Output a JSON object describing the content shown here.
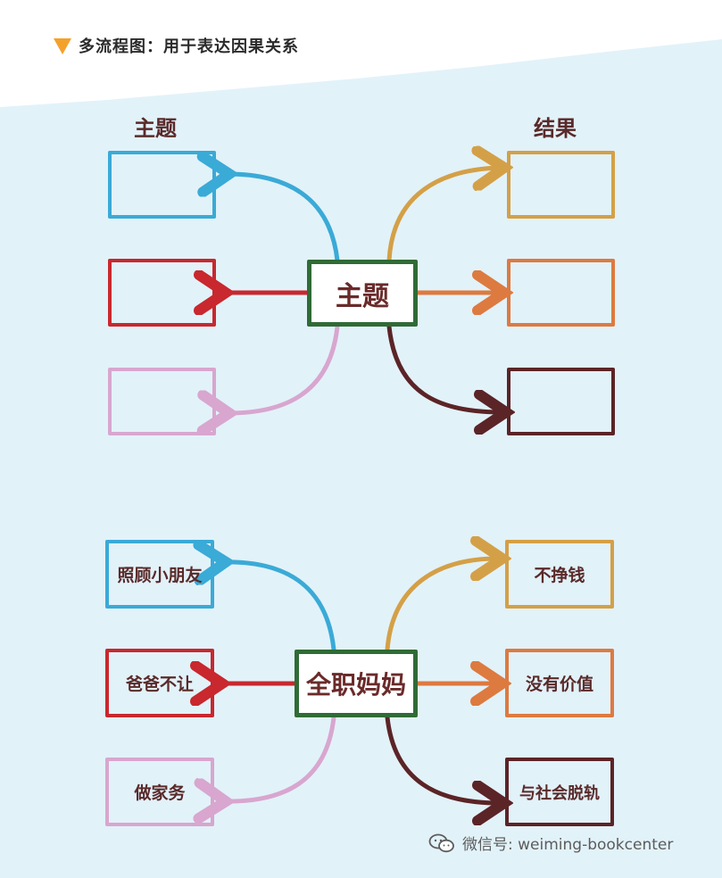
{
  "header": {
    "title": "多流程图：用于表达因果关系"
  },
  "labels": {
    "left": "主题",
    "right": "结果"
  },
  "diagram1": {
    "center": "主题",
    "left": [
      "",
      "",
      ""
    ],
    "right": [
      "",
      "",
      ""
    ]
  },
  "diagram2": {
    "center": "全职妈妈",
    "left": [
      "照顾小朋友",
      "爸爸不让",
      "做家务"
    ],
    "right": [
      "不挣钱",
      "没有价值",
      "与社会脱轨"
    ]
  },
  "watermark": {
    "text": "微信号: weiming-bookcenter",
    "icon": "wechat-icon"
  },
  "colors": {
    "blue": "#3aaad7",
    "red": "#c8282e",
    "pink": "#d8a6cf",
    "gold": "#d4a047",
    "orange": "#dd7a40",
    "maroon": "#5b2427",
    "green": "#2f6b36",
    "orange_tri": "#f4a12b",
    "bg": "#e2f2f9"
  }
}
